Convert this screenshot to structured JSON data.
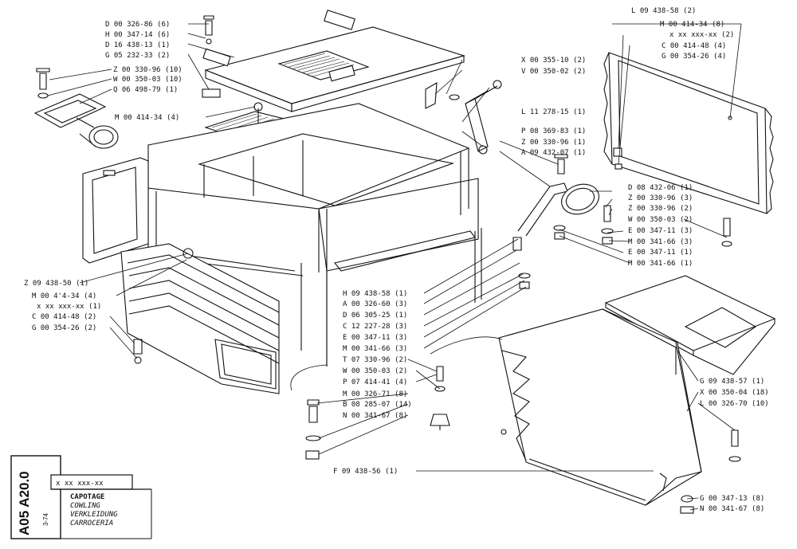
{
  "drawing": {
    "code_rotated": "A05 A20.0",
    "date_rotated": "3-74",
    "part_number_box": "x xx xxx-xx",
    "title_lines": [
      "CAPOTAGE",
      "COWLING",
      "VERKLEIDUNG",
      "CARROCERIA"
    ]
  },
  "labels": {
    "top_left": [
      "D 00 326-86 (6)",
      "H 00 347-14 (6)",
      "D 16 438-13 (1)",
      "G 05 232-33 (2)",
      "Z 00 330-96 (10)",
      "W 00 350-03 (10)",
      "Q 06 498-79 (1)",
      "M 00 414-34 (4)"
    ],
    "top_right": [
      "L 09 438-58 (2)",
      "M 00 414-34 (8)",
      "x xx xxx-xx (2)",
      "C 00 414-48 (4)",
      "G 00 354-26 (4)"
    ],
    "middle": [
      "X 00 355-10 (2)",
      "V 00 350-02 (2)",
      "L 11 278-15 (1)",
      "P 08 369-83 (1)",
      "Z 00 330-96 (1)",
      "A 09 432-07 (1)"
    ],
    "right_mid": [
      "D 08 432-06 (1)",
      "Z 00 330-96 (3)",
      "Z 00 330-96 (2)",
      "W 00 350-03 (2)",
      "E 00 347-11 (3)",
      "M 00 341-66 (3)",
      "E 00 347-11 (1)",
      "M 00 341-66 (1)"
    ],
    "left_mid": [
      "Z 09 438-50 (1)",
      "M 00 4'4-34 (4)",
      "x xx xxx-xx (1)",
      "C 00 414-48 (2)",
      "G 00 354-26 (2)"
    ],
    "center": [
      "H 09 438-58 (1)",
      "A 00 326-60 (3)",
      "D 06 305-25 (1)",
      "C 12 227-28 (3)",
      "E 00 347-11 (3)",
      "M 00 341-66 (3)",
      "T 07 330-96 (2)",
      "W 00 350-03 (2)",
      "P 07 414-41 (4)",
      "M 00 326-71 (8)",
      "B 08 285-07 (14)",
      "N 00 341-67 (8)"
    ],
    "bottom_right": [
      "G 09 438-57 (1)",
      "X 00 350-04 (18)",
      "L 00 326-70 (10)",
      "G 00 347-13 (8)",
      "N 00 341-67 (8)"
    ],
    "bottom_center": "F 09 438-56 (1)"
  }
}
